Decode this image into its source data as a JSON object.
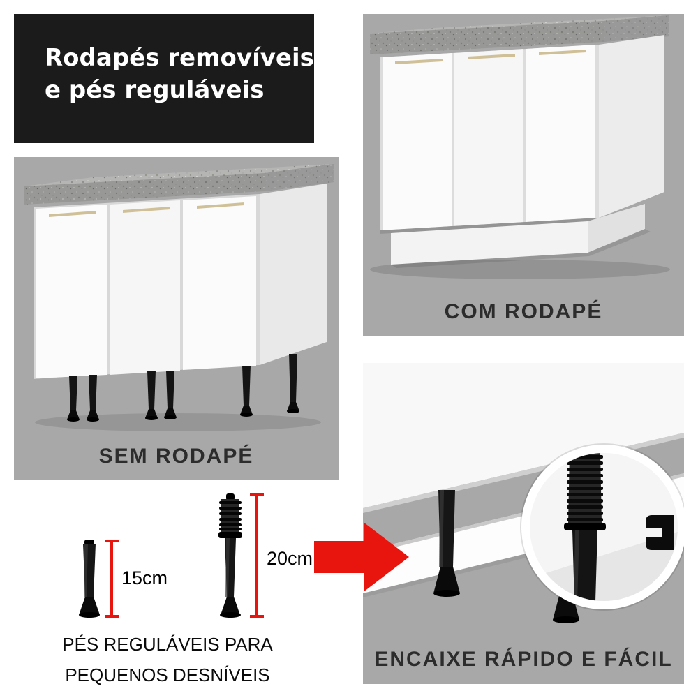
{
  "title": {
    "line1": "Rodapés removíveis",
    "line2": "e pés reguláveis"
  },
  "panels": {
    "sem_rodape": {
      "label": "SEM RODAPÉ"
    },
    "com_rodape": {
      "label": "COM RODAPÉ"
    },
    "encaixe": {
      "label": "ENCAIXE RÁPIDO E FÁCIL"
    }
  },
  "measurements": {
    "short_foot": "15cm",
    "tall_foot": "20cm"
  },
  "caption": {
    "line1": "PÉS REGULÁVEIS PARA",
    "line2": "PEQUENOS DESNÍVEIS"
  },
  "colors": {
    "accent_red": "#e8150f",
    "panel_gray": "#a8a8a8",
    "title_bg": "#1b1b1b"
  }
}
